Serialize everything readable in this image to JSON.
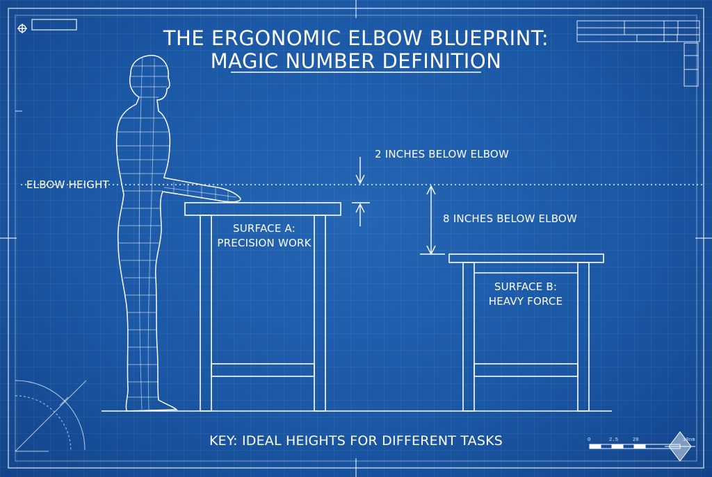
{
  "title": {
    "line1": "THE ERGONOMIC ELBOW BLUEPRINT:",
    "line2": "MAGIC NUMBER DEFINITION"
  },
  "labels": {
    "elbow_height": "ELBOW HEIGHT",
    "two_inches": "2 INCHES BELOW ELBOW",
    "eight_inches": "8 INCHES BELOW ELBOW"
  },
  "surface_a": {
    "line1": "SURFACE A:",
    "line2": "PRECISION WORK"
  },
  "surface_b": {
    "line1": "SURFACE B:",
    "line2": "HEAVY FORCE"
  },
  "key": "KEY: IDEAL HEIGHTS FOR DIFFERENT TASKS",
  "scale_bar": {
    "ticks": [
      "0",
      "2.5",
      "20",
      "10nm"
    ]
  },
  "colors": {
    "background": "#1c5aa8",
    "line": "#ffffff"
  }
}
